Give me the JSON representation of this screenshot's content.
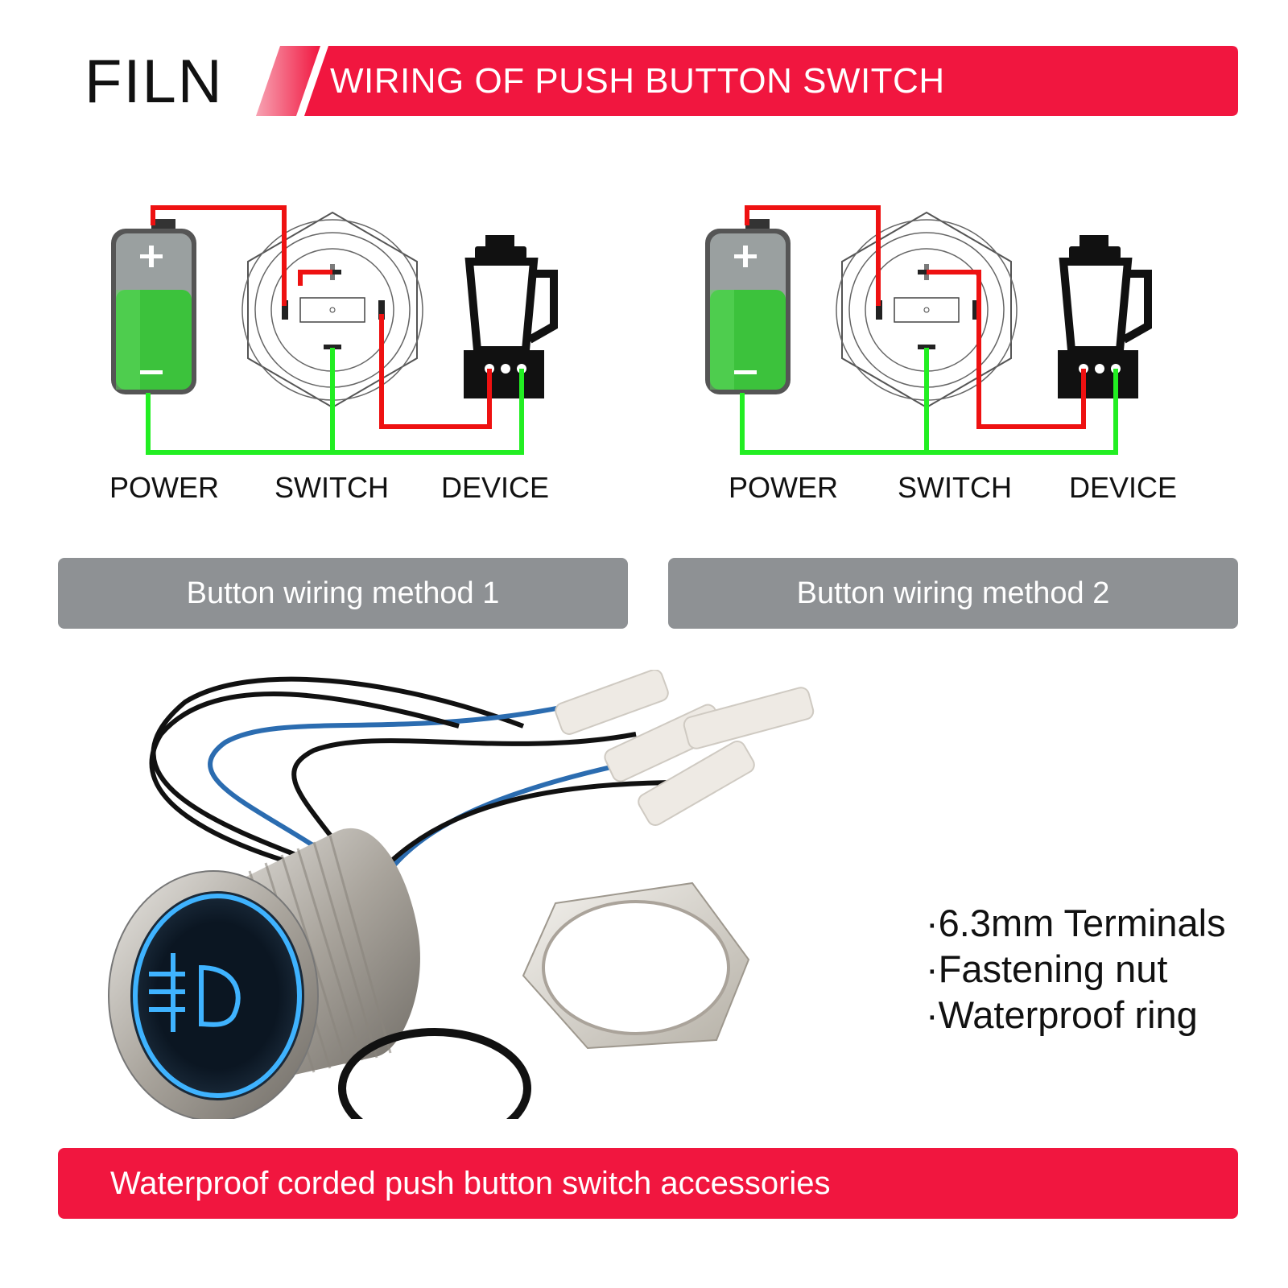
{
  "brand": {
    "logo": "FILN"
  },
  "header": {
    "title": "WIRING OF PUSH BUTTON SWITCH"
  },
  "colors": {
    "accent_red": "#f1163f",
    "wire_red": "#ee1111",
    "wire_green": "#22ee22",
    "battery_green": "#3cc23c",
    "method_gray": "#8e9194"
  },
  "diagrams": [
    {
      "labels": {
        "power": "POWER",
        "switch": "SWITCH",
        "device": "DEVICE"
      },
      "button_label": "Button wiring method 1"
    },
    {
      "labels": {
        "power": "POWER",
        "switch": "SWITCH",
        "device": "DEVICE"
      },
      "button_label": "Button wiring method 2"
    }
  ],
  "accessories": {
    "items": [
      "·6.3mm Terminals",
      "·Fastening nut",
      "·Waterproof ring"
    ]
  },
  "footer": {
    "text": "Waterproof corded push button switch accessories"
  }
}
